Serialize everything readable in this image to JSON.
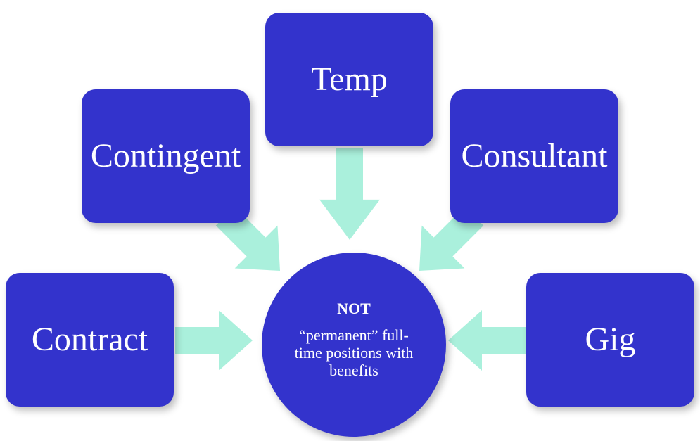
{
  "colors": {
    "box_fill": "#3333cc",
    "arrow_fill": "#aaf0dc",
    "text": "#ffffff"
  },
  "boxes": {
    "temp": {
      "label": "Temp"
    },
    "contingent": {
      "label": "Contingent"
    },
    "consultant": {
      "label": "Consultant"
    },
    "contract": {
      "label": "Contract"
    },
    "gig": {
      "label": "Gig"
    }
  },
  "hub": {
    "heading": "NOT",
    "body": "“permanent” full-time positions with benefits"
  }
}
